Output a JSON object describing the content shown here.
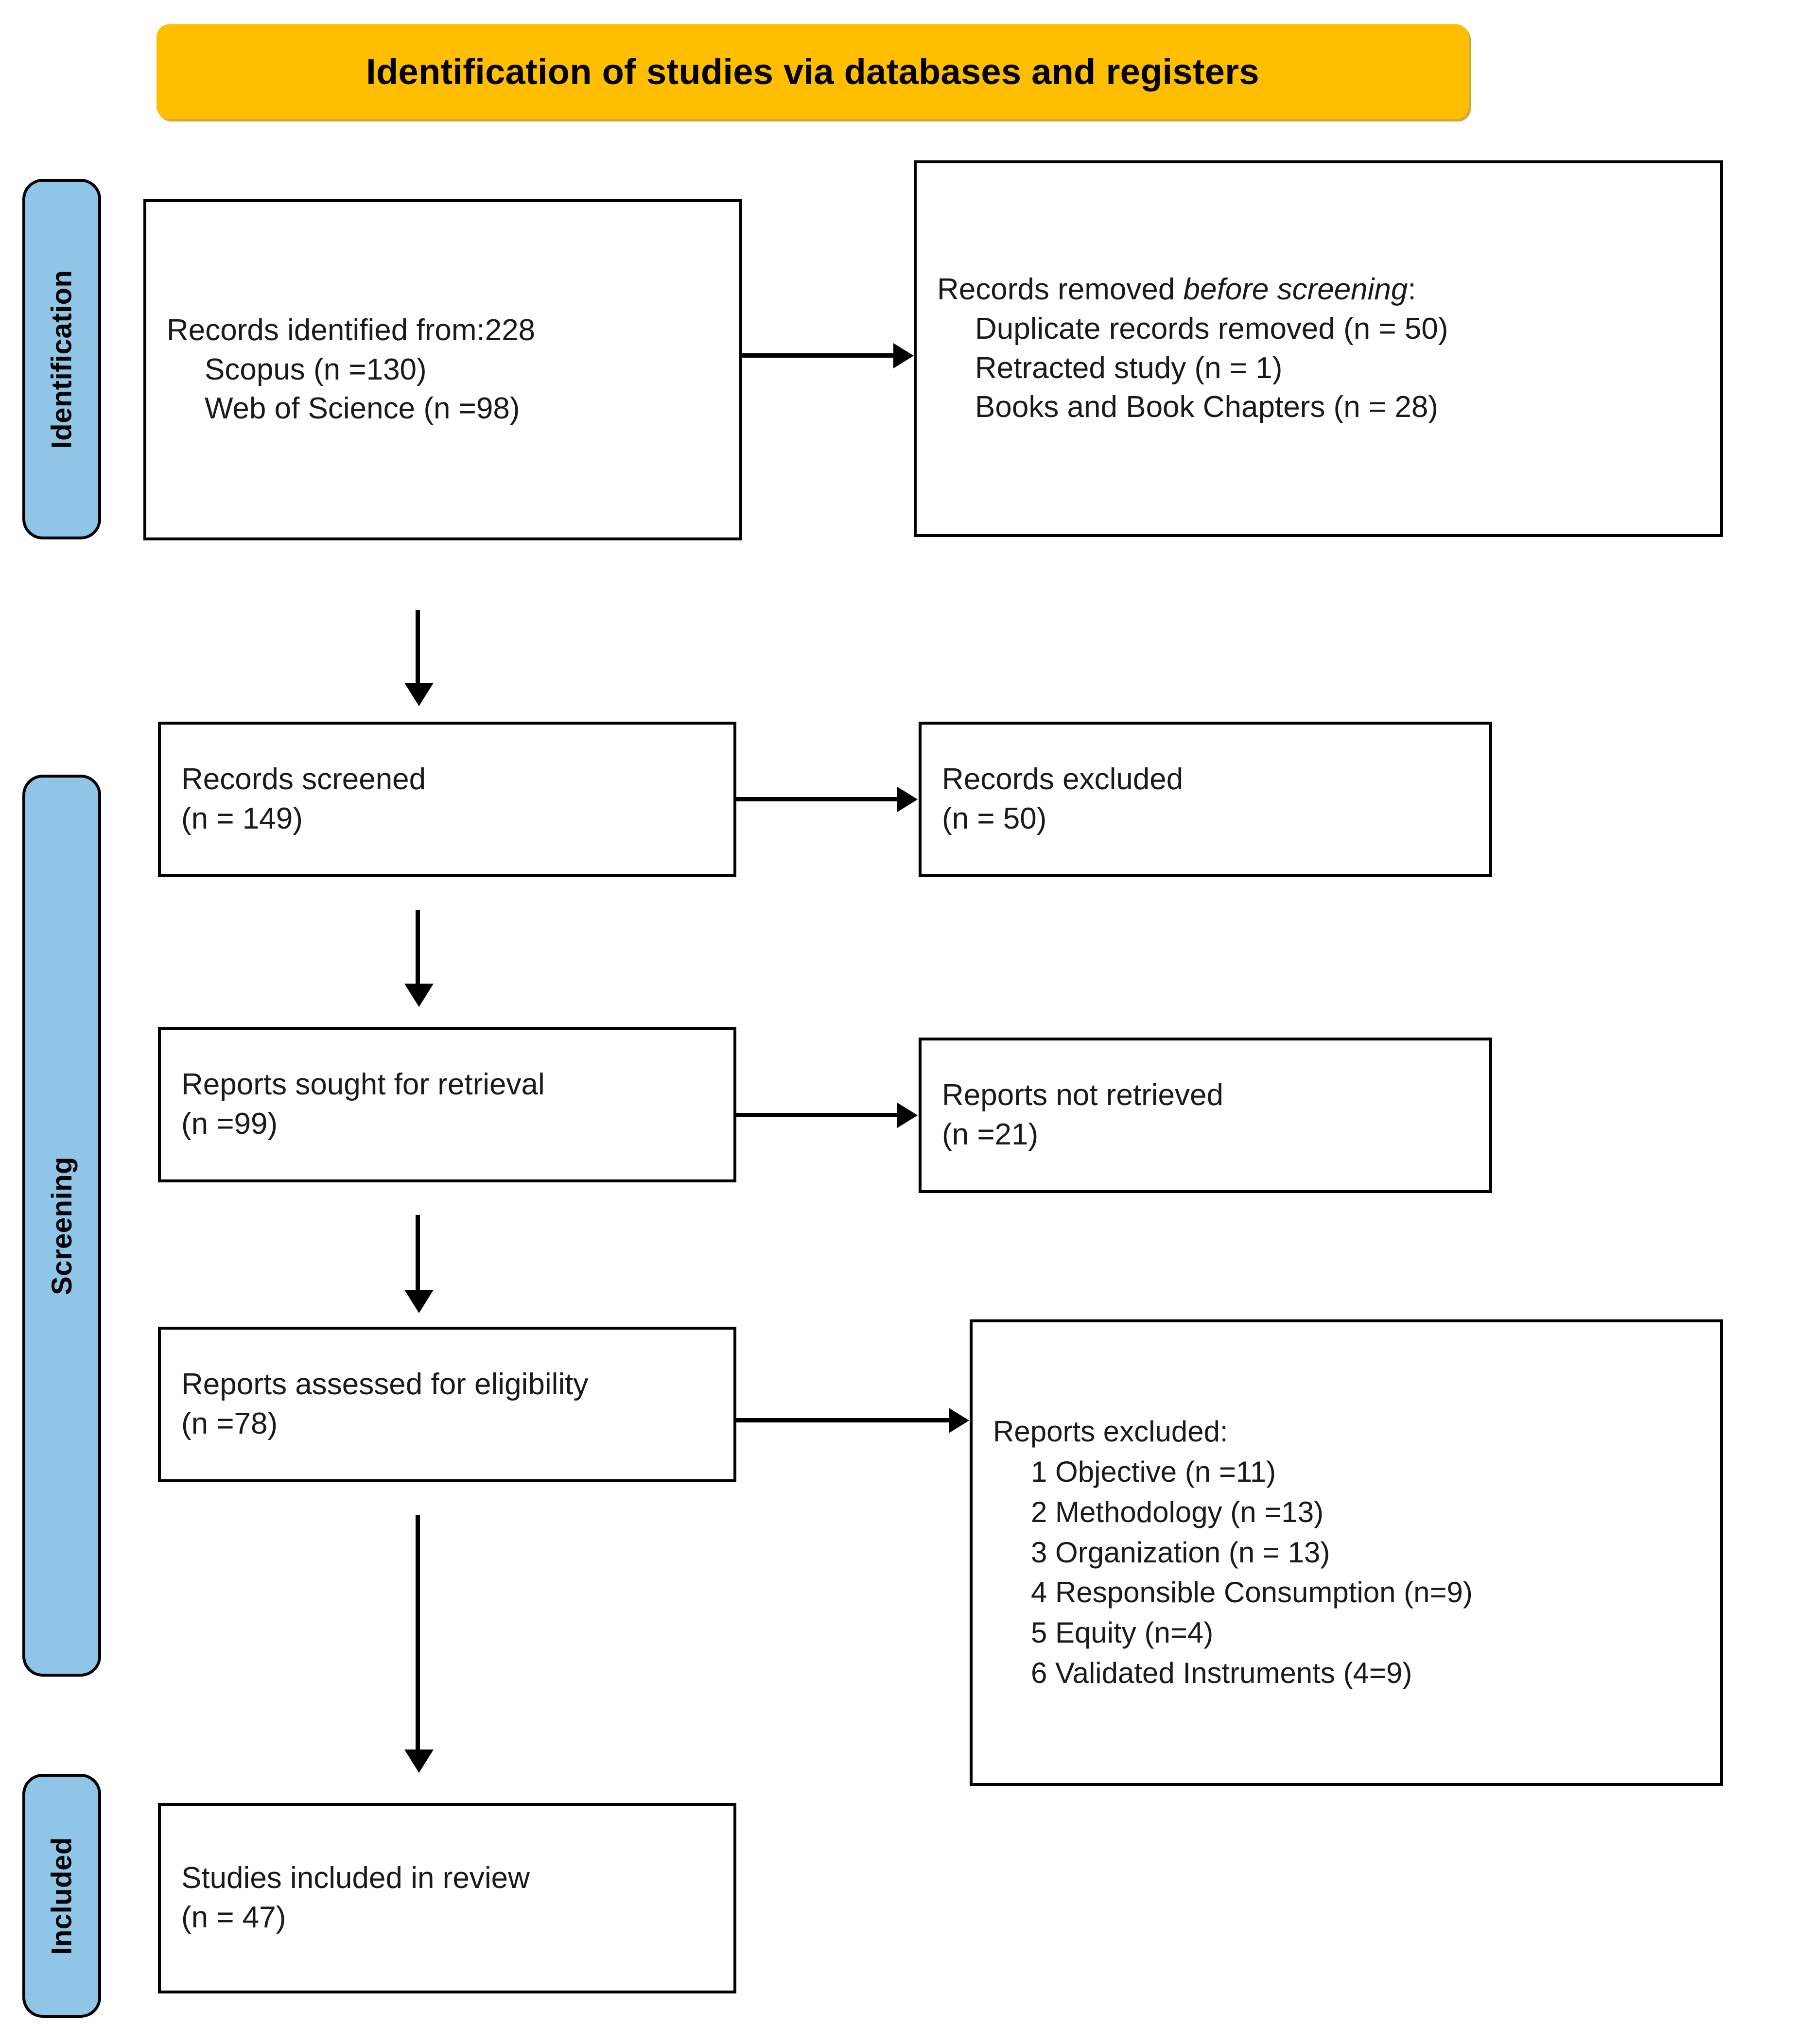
{
  "header": {
    "title": "Identification of studies via databases and registers",
    "background_color": "#FFBF00",
    "text_color": "#000000"
  },
  "stages": [
    {
      "id": "identification",
      "label": "Identification",
      "color": "#8FC6E8"
    },
    {
      "id": "screening",
      "label": "Screening",
      "color": "#8FC6E8"
    },
    {
      "id": "included",
      "label": "Included",
      "color": "#8FC6E8"
    }
  ],
  "boxes": {
    "identified": {
      "name": "records-identified",
      "lines": [
        "Records identified from:228",
        "Scopus (n =130)",
        "Web of Science (n =98)"
      ]
    },
    "removed": {
      "name": "records-removed-before-screening",
      "heading_plain": "Records removed ",
      "heading_italic": "before screening",
      "heading_suffix": ":",
      "lines": [
        "Duplicate records removed (n = 50)",
        "Retracted study (n = 1)",
        "Books and Book Chapters (n = 28)"
      ]
    },
    "screened": {
      "name": "records-screened",
      "lines": [
        "Records screened",
        "(n = 149)"
      ]
    },
    "excluded": {
      "name": "records-excluded",
      "lines": [
        "Records excluded",
        "(n = 50)"
      ]
    },
    "sought": {
      "name": "reports-sought-for-retrieval",
      "lines": [
        "Reports sought for retrieval",
        "(n =99)"
      ]
    },
    "not_retrieved": {
      "name": "reports-not-retrieved",
      "lines": [
        "Reports not retrieved",
        "(n =21)"
      ]
    },
    "assessed": {
      "name": "reports-assessed-for-eligibility",
      "lines": [
        "Reports assessed for eligibility",
        "(n =78)"
      ]
    },
    "reports_excluded": {
      "name": "reports-excluded",
      "heading": "Reports excluded:",
      "lines": [
        "1 Objective (n =11)",
        "2 Methodology (n =13)",
        "3 Organization (n = 13)",
        "4 Responsible Consumption (n=9)",
        "5 Equity (n=4)",
        "6 Validated Instruments (4=9)"
      ]
    },
    "included": {
      "name": "studies-included-in-review",
      "lines": [
        "Studies included in review",
        "(n = 47)"
      ]
    }
  },
  "chart_data": {
    "type": "diagram",
    "title": "Identification of studies via databases and registers",
    "flow": [
      {
        "stage": "Identification",
        "node": "Records identified from:228",
        "n": 228,
        "sources": [
          {
            "name": "Scopus",
            "n": 130
          },
          {
            "name": "Web of Science",
            "n": 98
          }
        ],
        "removed": [
          {
            "reason": "Duplicate records removed",
            "n": 50
          },
          {
            "reason": "Retracted study",
            "n": 1
          },
          {
            "reason": "Books and Book Chapters",
            "n": 28
          }
        ]
      },
      {
        "stage": "Screening",
        "node": "Records screened",
        "n": 149,
        "excluded": [
          {
            "reason": "Records excluded",
            "n": 50
          }
        ]
      },
      {
        "stage": "Screening",
        "node": "Reports sought for retrieval",
        "n": 99,
        "excluded": [
          {
            "reason": "Reports not retrieved",
            "n": 21
          }
        ]
      },
      {
        "stage": "Screening",
        "node": "Reports assessed for eligibility",
        "n": 78,
        "excluded": [
          {
            "reason": "1 Objective",
            "n": 11
          },
          {
            "reason": "2 Methodology",
            "n": 13
          },
          {
            "reason": "3 Organization",
            "n": 13
          },
          {
            "reason": "4 Responsible Consumption",
            "n": 9
          },
          {
            "reason": "5 Equity",
            "n": 4
          },
          {
            "reason": "6 Validated Instruments",
            "n": 9
          }
        ]
      },
      {
        "stage": "Included",
        "node": "Studies included in review",
        "n": 47
      }
    ]
  }
}
